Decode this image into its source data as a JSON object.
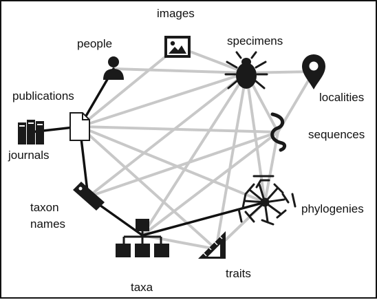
{
  "labels": {
    "images": "images",
    "people": "people",
    "specimens": "specimens",
    "localities": "localities",
    "publications": "publications",
    "sequences": "sequences",
    "journals": "journals",
    "taxon_names_line1": "taxon",
    "taxon_names_line2": "names",
    "phylogenies": "phylogenies",
    "traits": "traits",
    "taxa": "taxa"
  },
  "colors": {
    "strong_link": "#111111",
    "weak_link": "#c8c8c8",
    "icon": "#1a1a1a",
    "background": "#ffffff"
  },
  "icons": {
    "images": "picture-icon",
    "people": "person-icon",
    "specimens": "beetle-icon",
    "localities": "map-pin-icon",
    "publications": "document-icon",
    "sequences": "dna-helix-icon",
    "journals": "books-icon",
    "taxon_names": "tag-icon",
    "phylogenies": "tree-icon",
    "traits": "ruler-triangle-icon",
    "taxa": "hierarchy-icon"
  },
  "links": {
    "strong": [
      [
        "people",
        "publications"
      ],
      [
        "journals",
        "publications"
      ],
      [
        "publications",
        "taxon_names"
      ],
      [
        "taxon_names",
        "taxa"
      ],
      [
        "taxa",
        "phylogenies"
      ]
    ],
    "weak": [
      [
        "people",
        "specimens"
      ],
      [
        "images",
        "specimens"
      ],
      [
        "specimens",
        "localities"
      ],
      [
        "specimens",
        "sequences"
      ],
      [
        "specimens",
        "phylogenies"
      ],
      [
        "specimens",
        "traits"
      ],
      [
        "specimens",
        "taxa"
      ],
      [
        "publications",
        "specimens"
      ],
      [
        "publications",
        "images"
      ],
      [
        "publications",
        "sequences"
      ],
      [
        "publications",
        "phylogenies"
      ],
      [
        "publications",
        "traits"
      ],
      [
        "localities",
        "sequences"
      ],
      [
        "sequences",
        "phylogenies"
      ],
      [
        "sequences",
        "taxa"
      ],
      [
        "taxon_names",
        "specimens"
      ],
      [
        "taxon_names",
        "sequences"
      ],
      [
        "traits",
        "taxa"
      ],
      [
        "traits",
        "phylogenies"
      ]
    ]
  }
}
